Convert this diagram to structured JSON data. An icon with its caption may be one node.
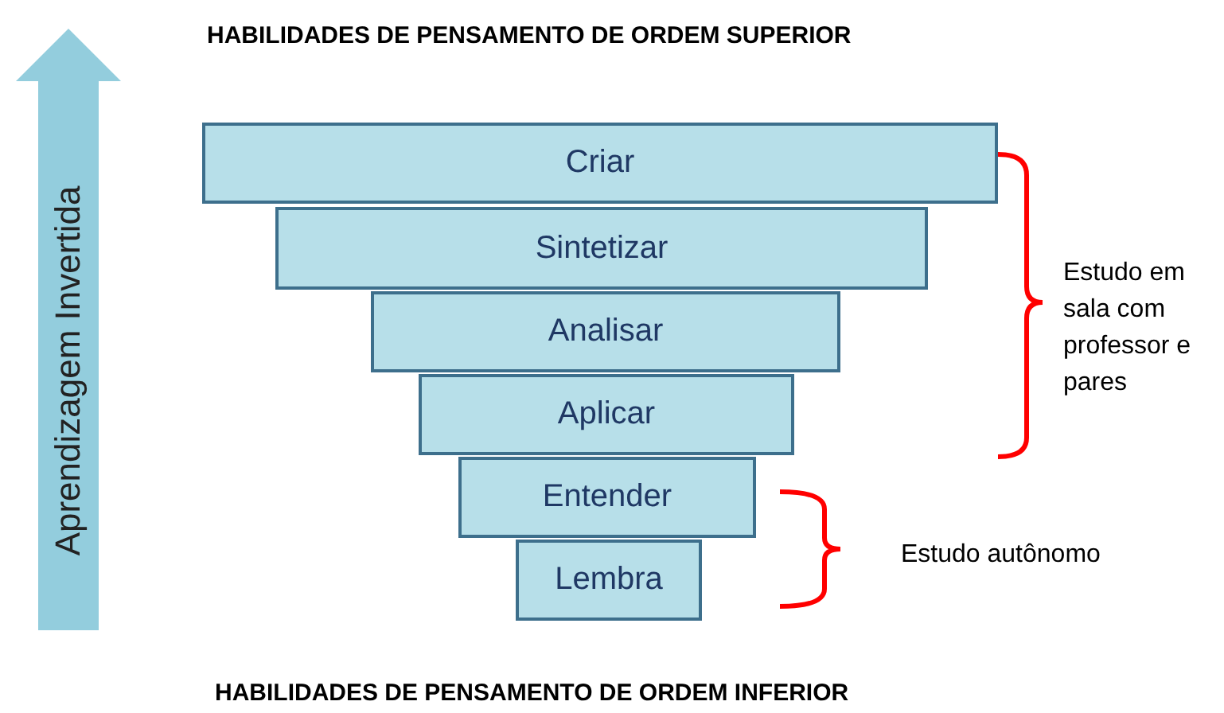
{
  "diagram": {
    "title": "HABILIDADES DE PENSAMENTO DE ORDEM SUPERIOR",
    "caption": "HABILIDADES DE PENSAMENTO DE ORDEM INFERIOR",
    "nodes": [
      {
        "text": [
          "Aprendizagem Invertida"
        ]
      },
      {
        "text": [
          "Criar"
        ]
      },
      {
        "text": [
          "Sintetizar"
        ]
      },
      {
        "text": [
          "Analisar"
        ]
      },
      {
        "text": [
          "Aplicar"
        ]
      },
      {
        "text": [
          "Entender"
        ]
      },
      {
        "text": [
          "Lembra"
        ]
      }
    ],
    "labels": [
      "Estudo em sala com professor e pares",
      "Estudo autônomo"
    ]
  }
}
